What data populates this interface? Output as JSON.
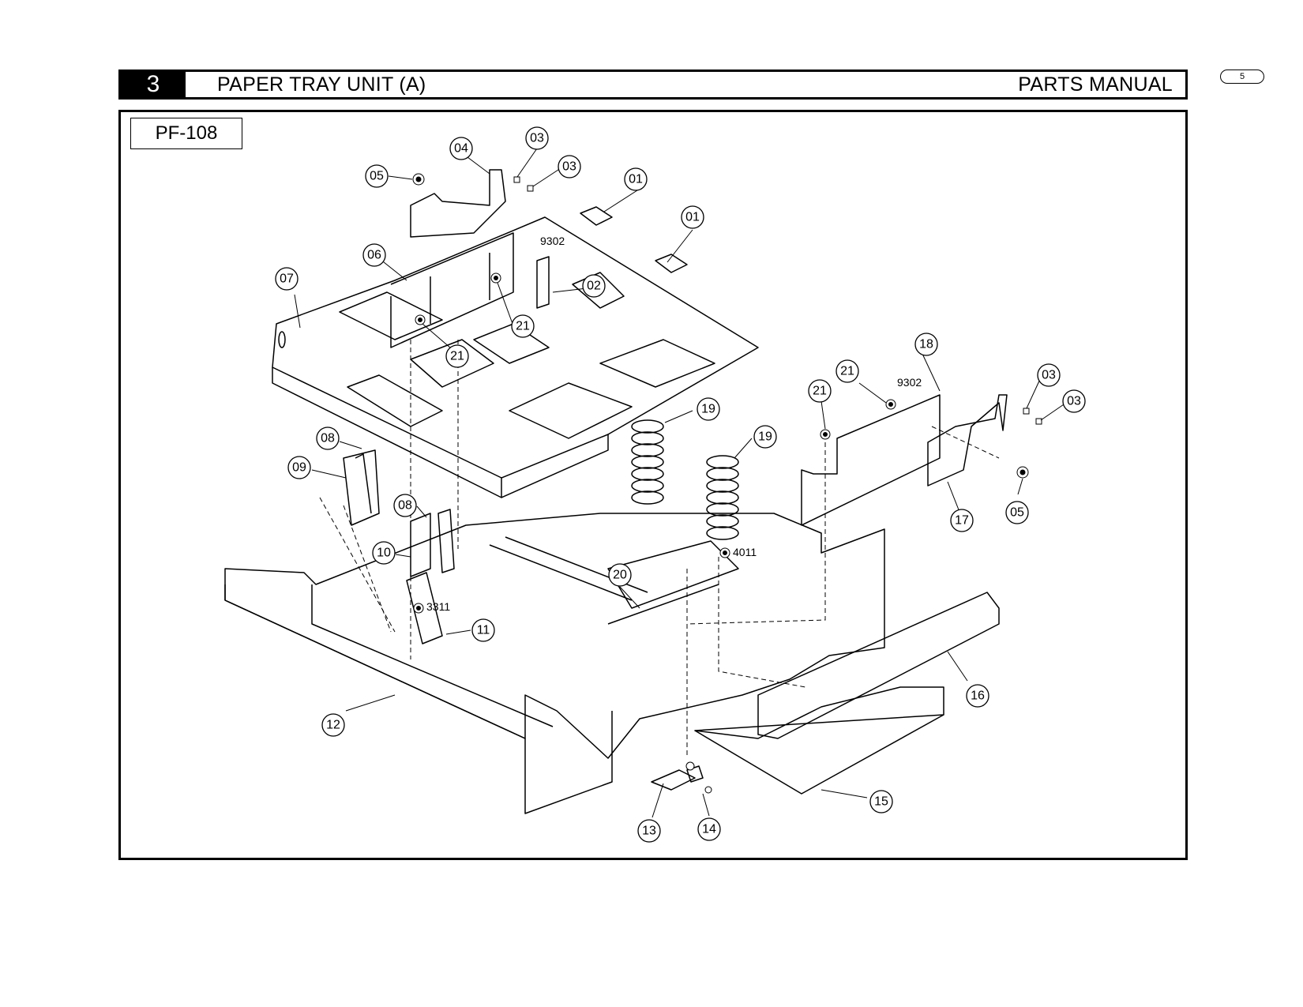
{
  "header": {
    "section_number": "3",
    "section_title": "PAPER TRAY UNIT (A)",
    "manual_title": "PARTS MANUAL",
    "page_number": "5"
  },
  "diagram": {
    "model": "PF-108",
    "callouts": [
      "01",
      "01",
      "02",
      "03",
      "03",
      "03",
      "03",
      "04",
      "05",
      "05",
      "06",
      "07",
      "08",
      "08",
      "09",
      "10",
      "11",
      "12",
      "13",
      "14",
      "15",
      "16",
      "17",
      "18",
      "19",
      "19",
      "20",
      "21",
      "21",
      "21",
      "21"
    ],
    "screw_codes": [
      "9302",
      "9302",
      "4011",
      "3311"
    ]
  }
}
